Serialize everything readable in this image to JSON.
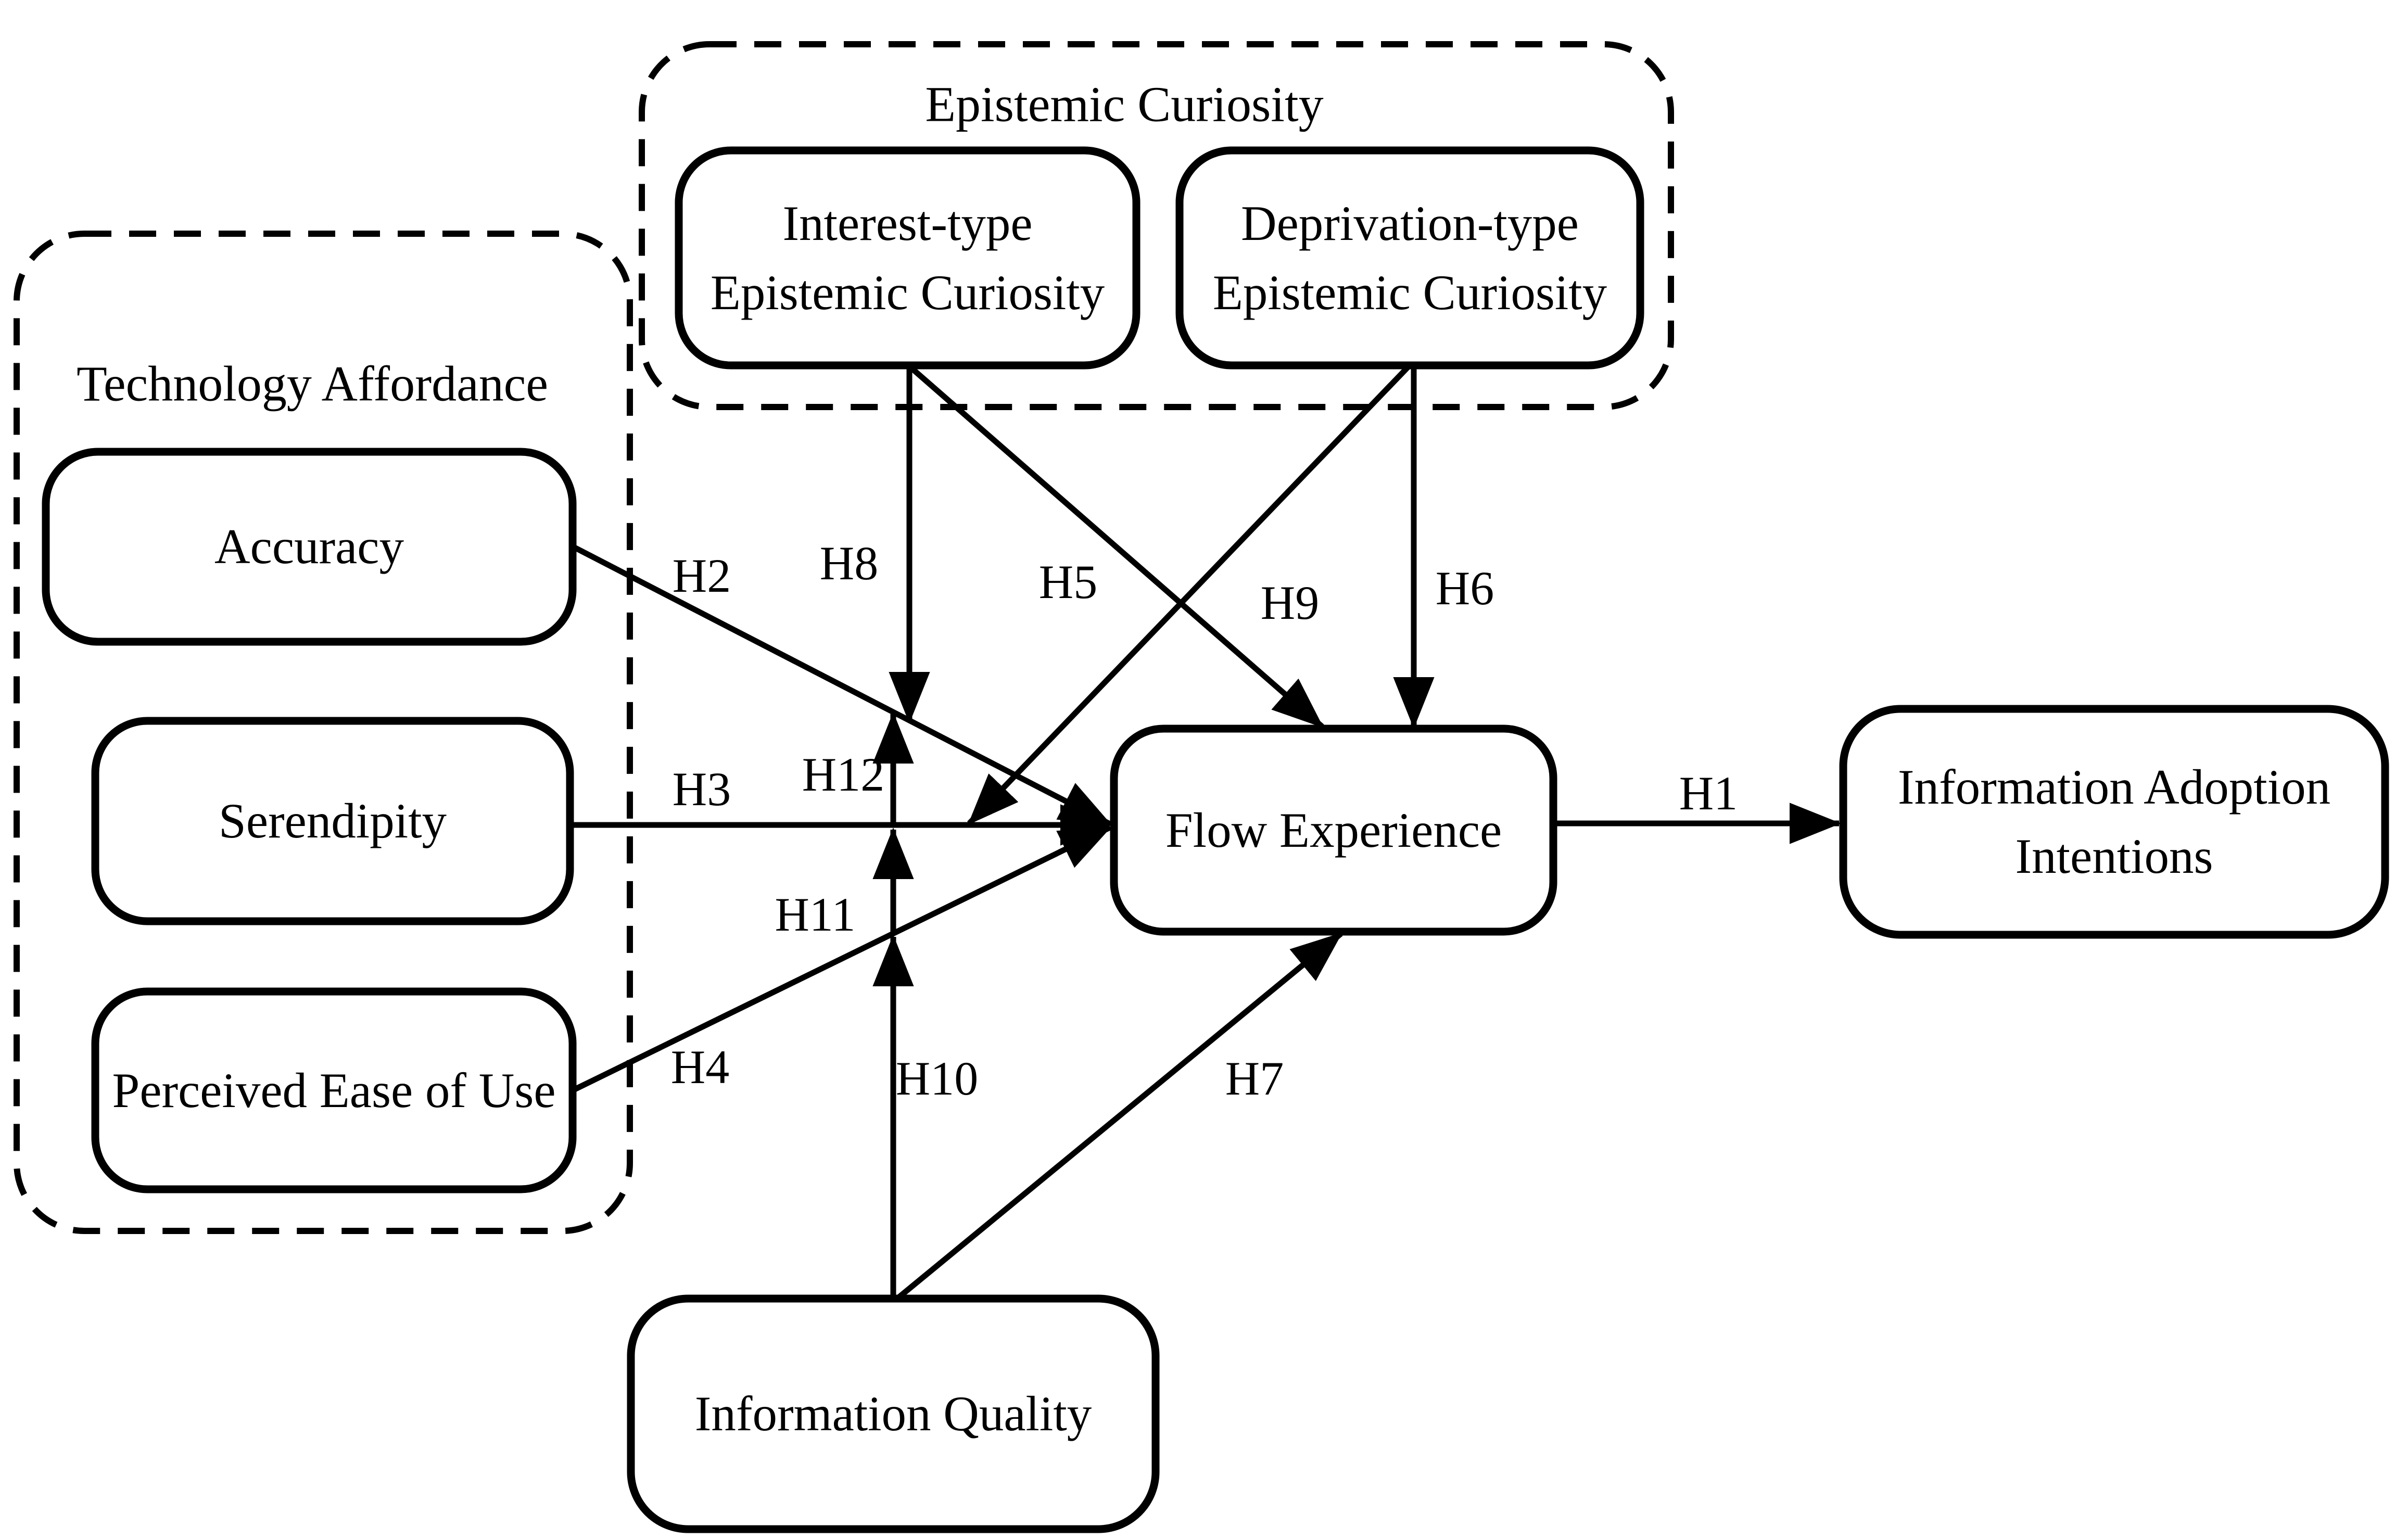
{
  "figure": {
    "background": "#ffffff",
    "ink": "#000000"
  },
  "diagram": {
    "type": "hypothesis-path-model",
    "groups": {
      "technology_affordance": {
        "title": "Technology Affordance"
      },
      "epistemic_curiosity": {
        "title": "Epistemic Curiosity"
      }
    },
    "nodes": {
      "accuracy": {
        "label": "Accuracy",
        "group": "technology_affordance"
      },
      "serendipity": {
        "label": "Serendipity",
        "group": "technology_affordance"
      },
      "perceived_ease_of_use": {
        "label": "Perceived Ease of Use",
        "group": "technology_affordance"
      },
      "interest_type_ec": {
        "line1": "Interest-type",
        "line2": "Epistemic Curiosity",
        "group": "epistemic_curiosity"
      },
      "deprivation_type_ec": {
        "line1": "Deprivation-type",
        "line2": "Epistemic Curiosity",
        "group": "epistemic_curiosity"
      },
      "flow_experience": {
        "label": "Flow Experience"
      },
      "information_adoption_intentions": {
        "line1": "Information Adoption",
        "line2": "Intentions"
      },
      "information_quality": {
        "label": "Information Quality"
      }
    },
    "edges": {
      "H1": {
        "label": "H1",
        "from": "flow_experience",
        "to": "information_adoption_intentions"
      },
      "H2": {
        "label": "H2",
        "from": "accuracy",
        "to": "flow_experience"
      },
      "H3": {
        "label": "H3",
        "from": "serendipity",
        "to": "flow_experience"
      },
      "H4": {
        "label": "H4",
        "from": "perceived_ease_of_use",
        "to": "flow_experience"
      },
      "H5": {
        "label": "H5",
        "from": "interest_type_ec",
        "to": "flow_experience"
      },
      "H6": {
        "label": "H6",
        "from": "deprivation_type_ec",
        "to": "flow_experience"
      },
      "H7": {
        "label": "H7",
        "from": "information_quality",
        "to": "flow_experience"
      },
      "H8": {
        "label": "H8",
        "from": "interest_type_ec",
        "to": "path_accuracy_to_flow"
      },
      "H9": {
        "label": "H9",
        "from": "deprivation_type_ec",
        "to": "path_serendipity_to_flow"
      },
      "H10": {
        "label": "H10",
        "from": "information_quality",
        "to": "path_peou_to_flow"
      },
      "H11": {
        "label": "H11",
        "from": "path_peou_to_flow",
        "to": "path_serendipity_to_flow"
      },
      "H12": {
        "label": "H12",
        "from": "path_serendipity_to_flow",
        "to": "path_accuracy_to_flow"
      }
    }
  }
}
